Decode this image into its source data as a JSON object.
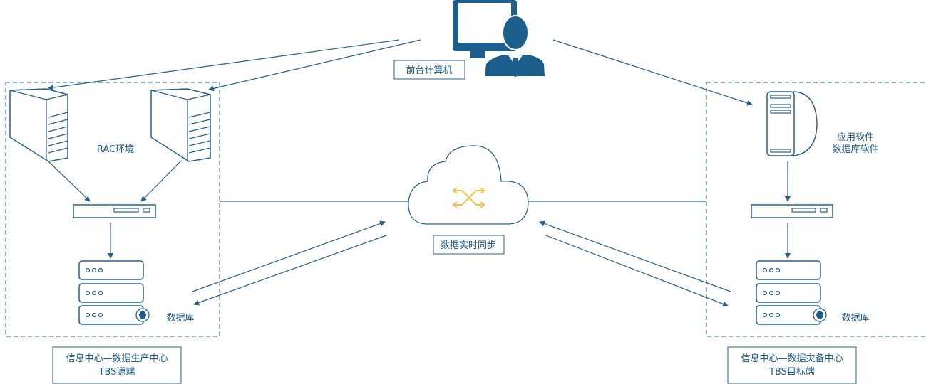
{
  "frontend": {
    "label": "前台计算机"
  },
  "cloud": {
    "label": "数据实时同步"
  },
  "source": {
    "rac_label": "RAC环境",
    "db_label": "数据库",
    "caption_line1": "信息中心—数据生产中心",
    "caption_line2": "TBS源端"
  },
  "target": {
    "software_line1": "应用软件",
    "software_line2": "数据库软件",
    "db_label": "数据库",
    "caption_line1": "信息中心—数据灾备中心",
    "caption_line2": "TBS目标端"
  },
  "colors": {
    "primary": "#1d5f8c",
    "sync_icon": "#f2c14e"
  }
}
